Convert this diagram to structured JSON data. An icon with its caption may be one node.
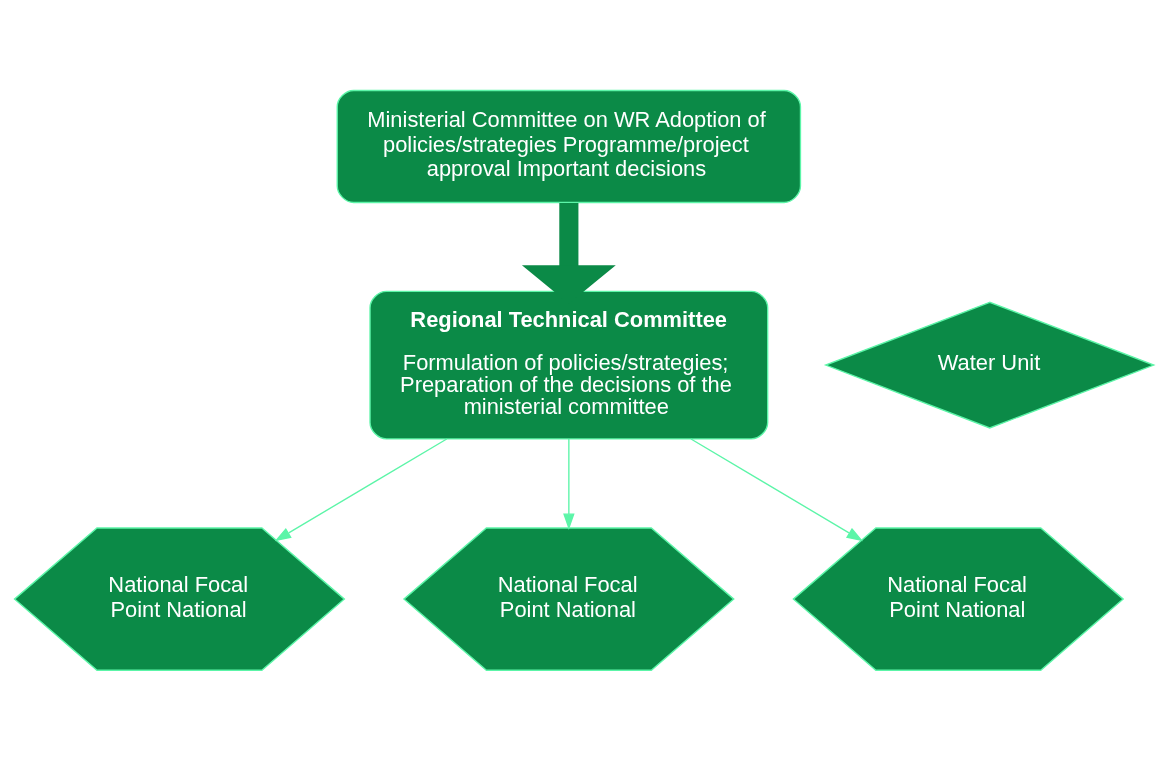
{
  "diagram": {
    "nodes": [
      {
        "text": [
          "Ministerial Committee on WR Adoption of policies/strategies Programme/project approval Important decisions"
        ]
      },
      {
        "text": [
          "Regional Technical Committee",
          "Formulation of policies/strategies; Preparation of the decisions of the ministerial committee"
        ]
      },
      {
        "text": [
          "Water Unit"
        ]
      },
      {
        "text": [
          "National Focal Point National"
        ]
      },
      {
        "text": [
          "National Focal Point National"
        ]
      },
      {
        "text": [
          "National Focal Point National"
        ]
      }
    ],
    "edges": [
      {
        "from": 0,
        "to": 1,
        "arrow": "to",
        "style": "thick",
        "color": "#0b8a47"
      },
      {
        "from": 1,
        "to": 3,
        "arrow": "to"
      },
      {
        "from": 1,
        "to": 4,
        "arrow": "to"
      },
      {
        "from": 1,
        "to": 5,
        "arrow": "to"
      }
    ]
  }
}
